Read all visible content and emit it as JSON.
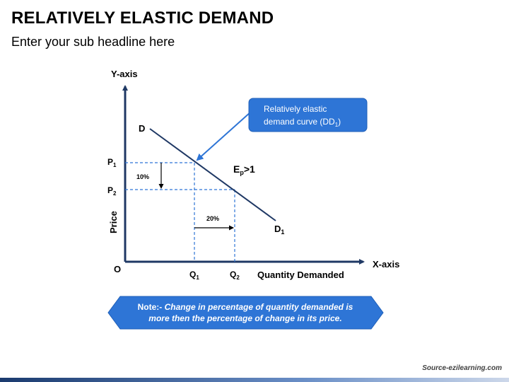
{
  "header": {
    "title": "RELATIVELY ELASTIC DEMAND",
    "subtitle": "Enter your sub headline here"
  },
  "diagram": {
    "y_axis_label": "Y-axis",
    "x_axis_label": "X-axis",
    "origin_label": "O",
    "price_label": "Price",
    "quantity_label": "Quantity Demanded",
    "curve_start_label": "D",
    "curve_end_label": "D",
    "curve_end_subscript": "1",
    "p1_label": "P",
    "p1_sub": "1",
    "p2_label": "P",
    "p2_sub": "2",
    "q1_label": "Q",
    "q1_sub": "1",
    "q2_label": "Q",
    "q2_sub": "2",
    "price_change": "10%",
    "quantity_change": "20%",
    "elasticity_base": "E",
    "elasticity_sub": "p",
    "elasticity_rel": ">1",
    "callout_line1": "Relatively elastic",
    "callout_line2_pre": "demand curve (DD",
    "callout_line2_sub": "1",
    "callout_line2_post": ")"
  },
  "note": {
    "label": "Note:-",
    "text": "Change in percentage of quantity demanded is more then the percentage of change in its price."
  },
  "footer": {
    "source": "Source-ezilearning.com"
  },
  "colors": {
    "accent": "#2e75d6",
    "axis": "#1f3864",
    "note_fill": "#2e75d6"
  }
}
